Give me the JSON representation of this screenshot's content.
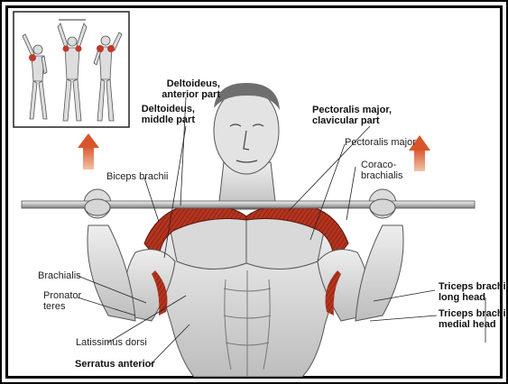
{
  "labels": {
    "deltoideus_anterior": "Deltoideus,\nanterior part",
    "deltoideus_middle": "Deltoideus,\nmiddle part",
    "pectoralis_clavicular": "Pectoralis major,\nclavicular part",
    "pectoralis_major": "Pectoralis major",
    "coracobrachialis": "Coraco-\nbrachialis",
    "biceps_brachii": "Biceps brachii",
    "brachialis": "Brachialis",
    "pronator_teres": "Pronator\nteres",
    "latissimus_dorsi": "Latissimus dorsi",
    "serratus_anterior": "Serratus anterior",
    "triceps_long": "Triceps brachii,\nlong head",
    "triceps_medial": "Triceps brachii,\nmedial head"
  },
  "colors": {
    "border": "#000000",
    "background": "#ffffff",
    "muscle_highlight": "#b5341f",
    "arrow": "#d9542a",
    "skin_shade": "#8c8c8c"
  },
  "icons": {
    "arrow_left": "up-arrow-icon",
    "arrow_right": "up-arrow-icon"
  }
}
